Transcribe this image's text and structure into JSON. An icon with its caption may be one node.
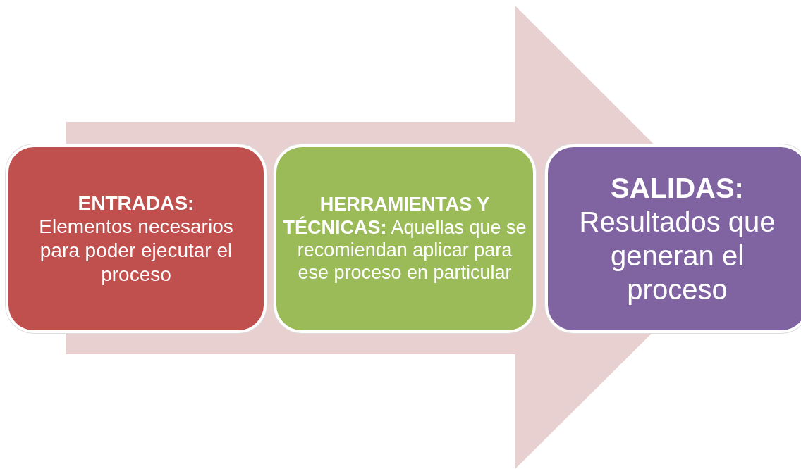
{
  "diagram": {
    "nodes": [
      {
        "text": [
          "ENTRADAS:",
          "Elementos necesarios para poder ejecutar el proceso"
        ]
      },
      {
        "text": [
          "HERRAMIENTAS Y TÉCNICAS:",
          "Aquellas que se recomiendan aplicar para ese proceso en particular"
        ]
      },
      {
        "text": [
          "SALIDAS:",
          "Resultados que generan el proceso"
        ]
      }
    ],
    "edges": [
      {
        "from": 0,
        "to": 2,
        "arrow": "to"
      }
    ]
  }
}
